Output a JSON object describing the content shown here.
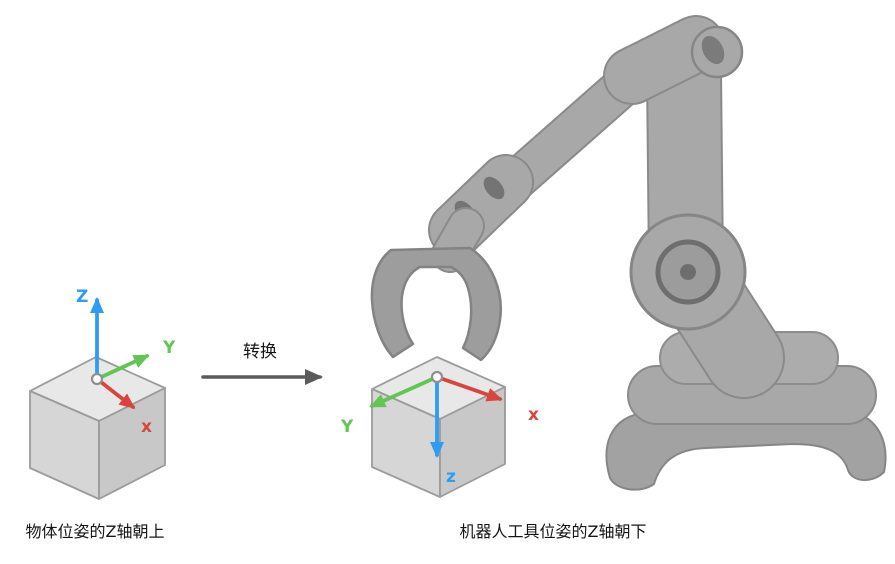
{
  "scene": {
    "left_frame": {
      "z_label": "Z",
      "y_label": "Y",
      "x_label": "x",
      "caption": "物体位姿的Z轴朝上"
    },
    "transform": {
      "label": "转换"
    },
    "right_frame": {
      "x_label": "x",
      "y_label": "Y",
      "z_label": "z",
      "caption": "机器人工具位姿的Z轴朝下"
    }
  },
  "colors": {
    "axis_x": "#d9453e",
    "axis_y": "#62c554",
    "axis_z": "#2f9cf1",
    "transform_arrow": "#5b5b5b",
    "text": "#151515"
  }
}
